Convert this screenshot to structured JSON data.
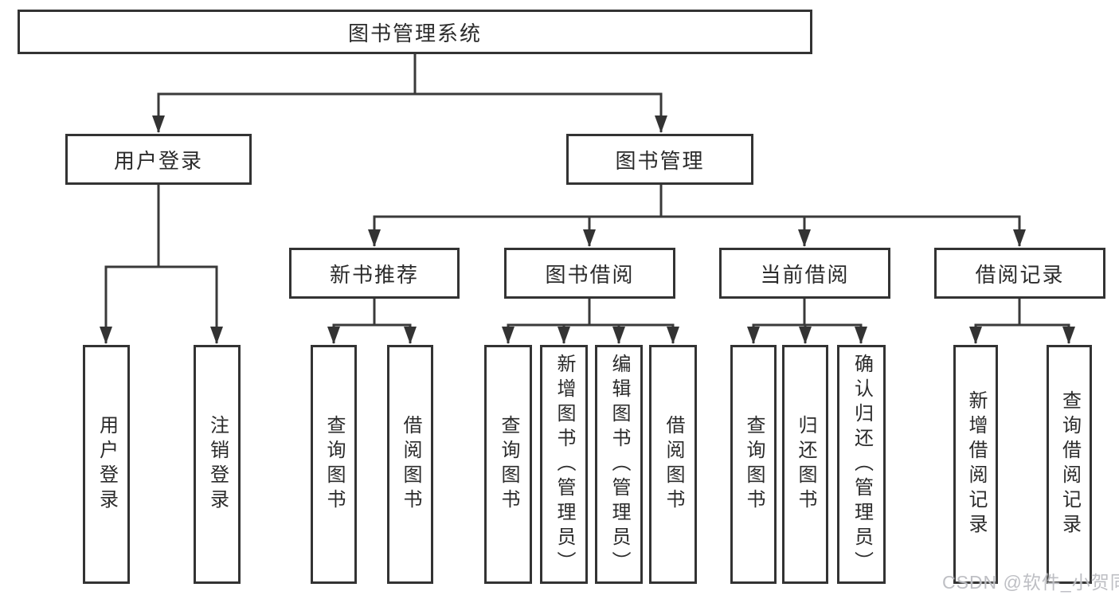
{
  "diagram": {
    "root": {
      "label": "图书管理系统"
    },
    "level2": [
      {
        "id": "user-login-branch",
        "label": "用户登录"
      },
      {
        "id": "book-management-branch",
        "label": "图书管理"
      }
    ],
    "level3": [
      {
        "id": "new-book-recommend",
        "label": "新书推荐"
      },
      {
        "id": "book-borrow",
        "label": "图书借阅"
      },
      {
        "id": "current-borrow",
        "label": "当前借阅"
      },
      {
        "id": "borrow-records",
        "label": "借阅记录"
      }
    ],
    "leaves": [
      {
        "parent": "user-login-branch",
        "label": "用户登录"
      },
      {
        "parent": "user-login-branch",
        "label": "注销登录"
      },
      {
        "parent": "new-book-recommend",
        "label": "查询图书"
      },
      {
        "parent": "new-book-recommend",
        "label": "借阅图书"
      },
      {
        "parent": "book-borrow",
        "label": "查询图书"
      },
      {
        "parent": "book-borrow",
        "label": "新增图书（管理员）"
      },
      {
        "parent": "book-borrow",
        "label": "编辑图书（管理员）"
      },
      {
        "parent": "book-borrow",
        "label": "借阅图书"
      },
      {
        "parent": "current-borrow",
        "label": "查询图书"
      },
      {
        "parent": "current-borrow",
        "label": "归还图书"
      },
      {
        "parent": "current-borrow",
        "label": "确认归还（管理员）"
      },
      {
        "parent": "borrow-records",
        "label": "新增借阅记录"
      },
      {
        "parent": "borrow-records",
        "label": "查询借阅记录"
      }
    ]
  },
  "watermark": {
    "text": "CSDN @软件_小贺同学"
  },
  "colors": {
    "background": "#ffffff",
    "line": "#3a3a3a",
    "box_border": "#333333",
    "text": "#2b2b2b",
    "watermark": "#babcc1"
  }
}
